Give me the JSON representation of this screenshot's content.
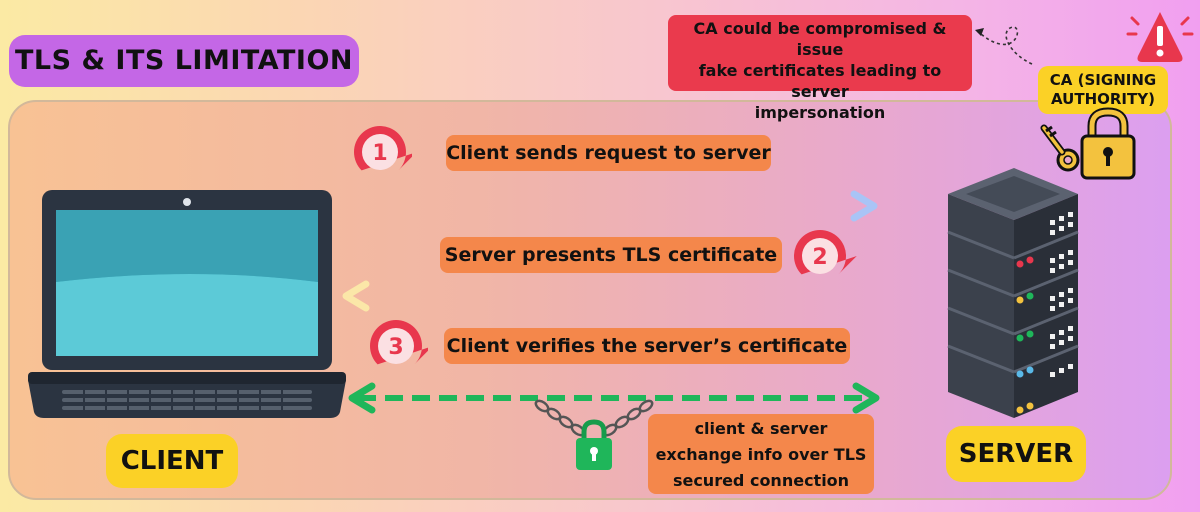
{
  "title": "TLS & ITS LIMITATION",
  "ca_warning": {
    "lines": [
      "CA could be compromised & issue",
      "fake certificates leading to server",
      "impersonation"
    ]
  },
  "ca_authority": {
    "lines": [
      "CA (SIGNING",
      "AUTHORITY)"
    ]
  },
  "steps": [
    {
      "number": "1",
      "label": "Client sends request to server"
    },
    {
      "number": "2",
      "label": "Server presents TLS certificate"
    },
    {
      "number": "3",
      "label": "Client verifies the server’s certificate"
    }
  ],
  "exchange_note": {
    "lines": [
      "client & server",
      "exchange info over TLS",
      "secured connection"
    ]
  },
  "client_label": "CLIENT",
  "server_label": "SERVER",
  "icons": [
    "laptop-icon",
    "server-icon",
    "warning-icon",
    "padlock-icon",
    "key-icon",
    "chain-lock-icon"
  ],
  "colors": {
    "title_bg": "#c467e6",
    "step_pill": "#f4874b",
    "step_badge": "#e8374d",
    "alert_bg": "#ea3a4d",
    "label_bg": "#fbd126",
    "secure_arrow": "#1fb65a"
  }
}
